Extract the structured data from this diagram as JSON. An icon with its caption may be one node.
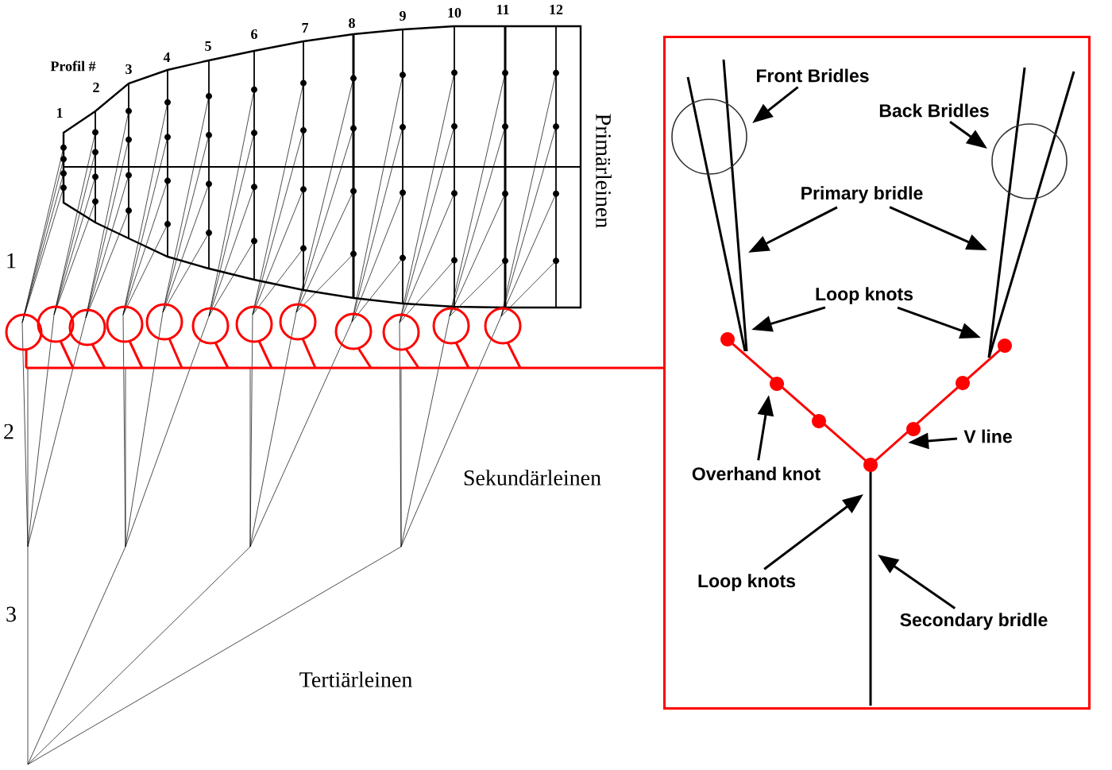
{
  "diagram": {
    "nodes": [
      {
        "text": [],
        "shape": "box"
      },
      {
        "text": [
          "Front Bridles"
        ],
        "in": 0
      },
      {
        "text": [
          "Back Bridles"
        ],
        "in": 0
      },
      {
        "text": [
          "Primary bridle"
        ],
        "in": 0
      },
      {
        "text": [
          "Loop knots"
        ],
        "in": 0
      },
      {
        "text": [
          "V line"
        ],
        "in": 0
      },
      {
        "text": [
          "Overhand knot"
        ],
        "in": 0
      },
      {
        "text": [
          "Loop knots"
        ],
        "in": 0
      },
      {
        "text": [
          "Secondary bridle"
        ],
        "in": 0
      }
    ],
    "edges": [
      {
        "from": 1,
        "to": null,
        "arrow": "to"
      },
      {
        "from": 2,
        "to": null,
        "arrow": "to"
      },
      {
        "from": 3,
        "to": null,
        "arrow": "to"
      },
      {
        "from": 3,
        "to": null,
        "arrow": "to"
      },
      {
        "from": 4,
        "to": null,
        "arrow": "to"
      },
      {
        "from": 4,
        "to": null,
        "arrow": "to"
      },
      {
        "from": 5,
        "to": null,
        "arrow": "to"
      },
      {
        "from": 6,
        "to": null,
        "arrow": "to"
      },
      {
        "from": 7,
        "to": null,
        "arrow": "to"
      },
      {
        "from": 8,
        "to": null,
        "arrow": "to"
      }
    ],
    "labels": [
      "Profil #",
      "1",
      "2",
      "3",
      "4",
      "5",
      "6",
      "7",
      "8",
      "9",
      "10",
      "11",
      "12",
      "Primärleinen",
      "1",
      "2",
      "Sekundärleinen",
      "3",
      "Tertiärleinen"
    ]
  }
}
